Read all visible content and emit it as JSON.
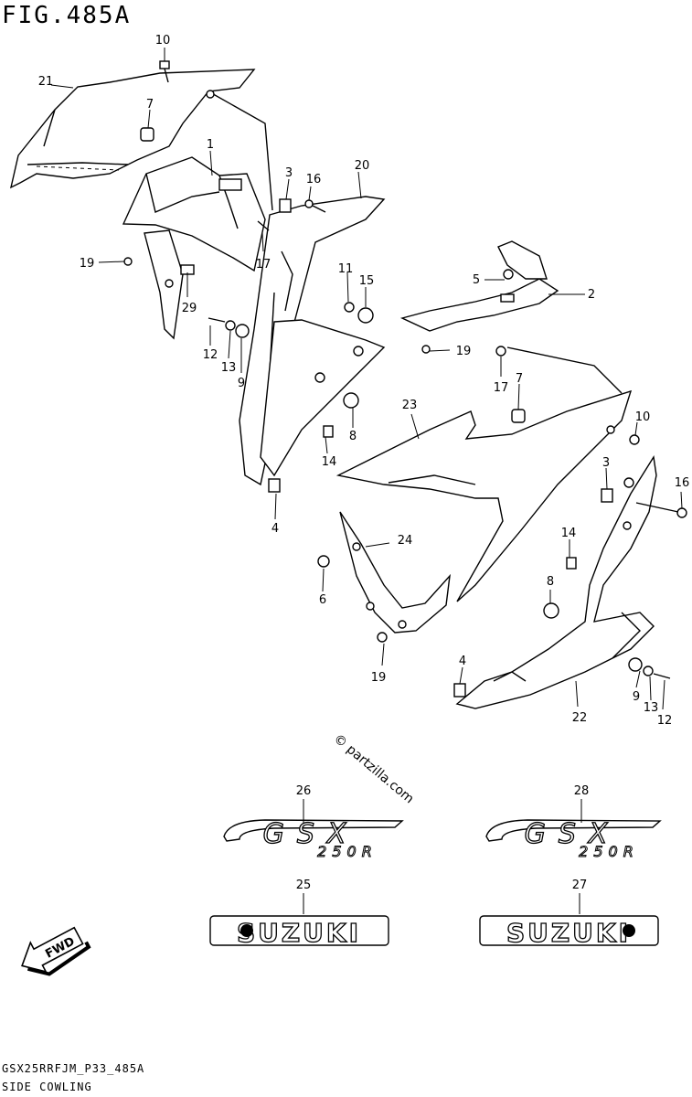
{
  "figure": {
    "title": "FIG.485A",
    "footer_code": "GSX25RRFJM_P33_485A",
    "footer_name": "SIDE COWLING",
    "copyright": "© partzilla.com"
  },
  "callouts": {
    "c1": "1",
    "c2": "2",
    "c3a": "3",
    "c3b": "3",
    "c4a": "4",
    "c4b": "4",
    "c5": "5",
    "c6": "6",
    "c7a": "7",
    "c7b": "7",
    "c8a": "8",
    "c8b": "8",
    "c9a": "9",
    "c9b": "9",
    "c10a": "10",
    "c10b": "10",
    "c11": "11",
    "c12a": "12",
    "c12b": "12",
    "c13a": "13",
    "c13b": "13",
    "c14a": "14",
    "c14b": "14",
    "c15": "15",
    "c16a": "16",
    "c16b": "16",
    "c17a": "17",
    "c17b": "17",
    "c19a": "19",
    "c19b": "19",
    "c19c": "19",
    "c20": "20",
    "c21": "21",
    "c22": "22",
    "c23": "23",
    "c24": "24",
    "c25": "25",
    "c26": "26",
    "c27": "27",
    "c28": "28",
    "c29": "29"
  },
  "emblems": {
    "gsx_left": "GSX",
    "model_left": "250R",
    "gsx_right": "GSX",
    "model_right": "250R",
    "brand_left": "SUZUKI",
    "brand_right": "SUZUKI"
  },
  "fwd_label": "FWD"
}
